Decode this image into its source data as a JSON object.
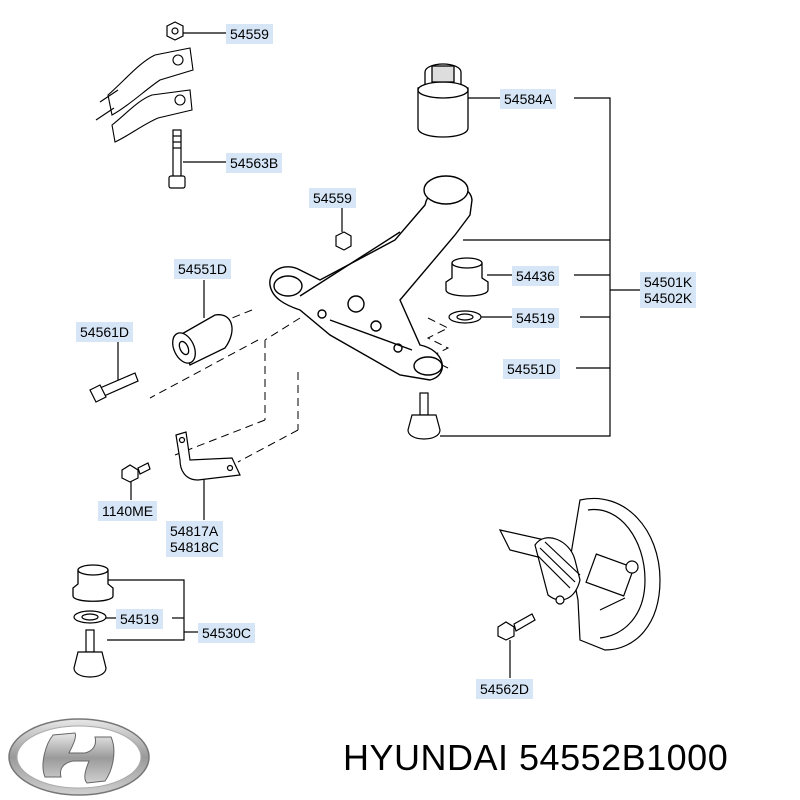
{
  "parts": {
    "p54559_top": "54559",
    "p54563B": "54563B",
    "p54559_mid": "54559",
    "p54584A": "54584A",
    "p54551D_left": "54551D",
    "p54561D": "54561D",
    "p54436": "54436",
    "p54519_right": "54519",
    "p54501K_54502K": "54501K\n54502K",
    "p54551D_right": "54551D",
    "p1140ME": "1140ME",
    "p54817A_54818C": "54817A\n54818C",
    "p54519_left": "54519",
    "p54530C": "54530C",
    "p54562D": "54562D"
  },
  "footer": {
    "brand_text": "HYUNDAI 54552B1000",
    "logo_icon": "hyundai-logo-icon"
  },
  "colors": {
    "label_bg": "#d6e6f7",
    "line": "#000000"
  }
}
